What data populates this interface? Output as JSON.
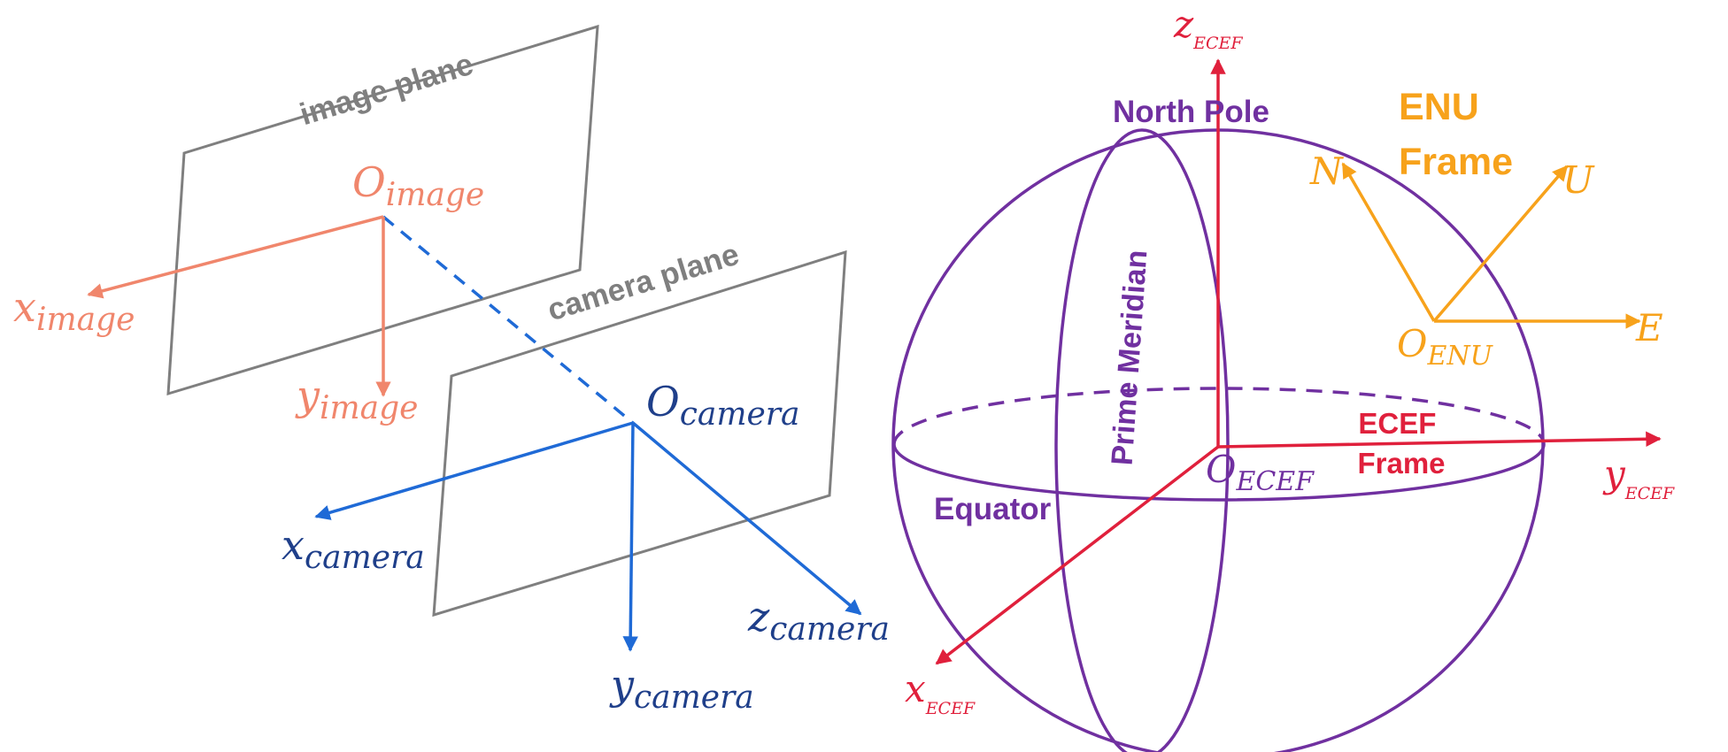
{
  "colors": {
    "plane": "#7f7f7f",
    "image": "#f0866c",
    "camera": "#1f6ad6",
    "camera_text": "#1f3f8a",
    "ecef": "#e0203c",
    "globe": "#7030a0",
    "enu": "#f7a21b"
  },
  "camera_diagram": {
    "image_plane_label": "image plane",
    "camera_plane_label": "camera plane",
    "image_origin": {
      "base": "O",
      "sub": "image"
    },
    "image_x": {
      "base": "x",
      "sub": "image"
    },
    "image_y": {
      "base": "y",
      "sub": "image"
    },
    "camera_origin": {
      "base": "O",
      "sub": "camera"
    },
    "camera_x": {
      "base": "x",
      "sub": "camera"
    },
    "camera_y": {
      "base": "y",
      "sub": "camera"
    },
    "camera_z": {
      "base": "z",
      "sub": "camera"
    }
  },
  "earth_diagram": {
    "north_pole_label": "North Pole",
    "prime_meridian_label": "Prime Meridian",
    "equator_label": "Equator",
    "ecef_frame_label": [
      "ECEF",
      "Frame"
    ],
    "enu_frame_label": [
      "ENU",
      "Frame"
    ],
    "ecef_origin": {
      "base": "O",
      "sub": "ECEF"
    },
    "ecef_x": {
      "base": "x",
      "sub": "ECEF"
    },
    "ecef_y": {
      "base": "y",
      "sub": "ECEF"
    },
    "ecef_z": {
      "base": "z",
      "sub": "ECEF"
    },
    "enu_origin": {
      "base": "O",
      "sub": "ENU"
    },
    "enu_n": "N",
    "enu_u": "U",
    "enu_e": "E"
  }
}
